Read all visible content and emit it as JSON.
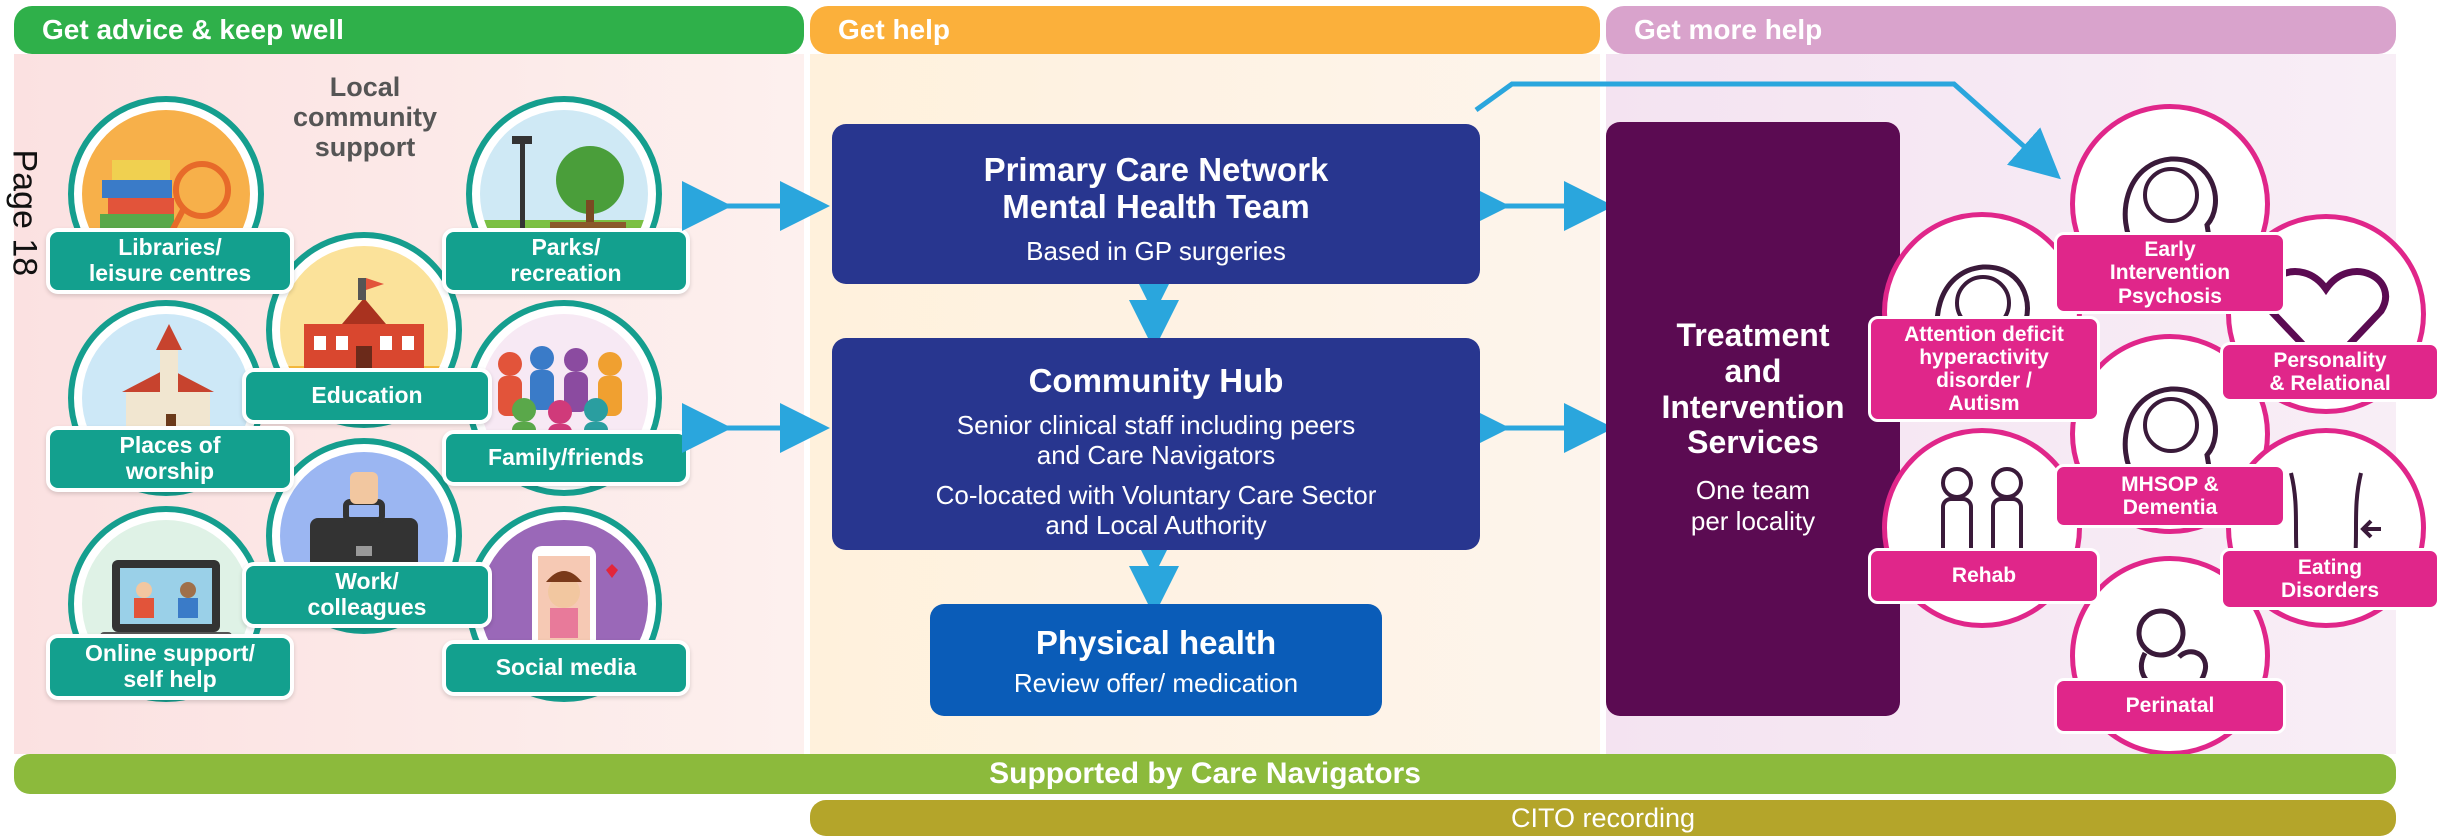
{
  "headers": {
    "advice": "Get advice & keep well",
    "help": "Get help",
    "more_help": "Get more help"
  },
  "side_page_text": "Page 18",
  "local_support_title": "Local\ncommunity\nsupport",
  "community_items": [
    {
      "label": "Libraries/\nleisure centres",
      "icon": "books-icon"
    },
    {
      "label": "Parks/\nrecreation",
      "icon": "park-bench-icon"
    },
    {
      "label": "Education",
      "icon": "school-building-icon"
    },
    {
      "label": "Places of\nworship",
      "icon": "church-icon"
    },
    {
      "label": "Family/friends",
      "icon": "crowd-icon"
    },
    {
      "label": "Work/\ncolleagues",
      "icon": "briefcase-icon"
    },
    {
      "label": "Online support/\nself help",
      "icon": "laptop-video-call-icon"
    },
    {
      "label": "Social media",
      "icon": "phone-selfie-icon"
    }
  ],
  "pcn": {
    "title": "Primary Care Network\nMental Health Team",
    "subtitle": "Based in GP surgeries"
  },
  "hub": {
    "title": "Community Hub",
    "line1": "Senior clinical staff including peers\nand Care Navigators",
    "line2": "Co-located with Voluntary Care Sector\nand Local Authority"
  },
  "physical": {
    "title": "Physical health",
    "subtitle": "Review offer/ medication"
  },
  "treatment": {
    "title": "Treatment\nand\nIntervention\nServices",
    "subtitle": "One team\nper locality"
  },
  "specialist": [
    {
      "label": "Early\nIntervention\nPsychosis",
      "icon": "brain-head-icon"
    },
    {
      "label": "Attention deficit\nhyperactivity\ndisorder /\nAutism",
      "icon": "brain-head-icon"
    },
    {
      "label": "Personality\n& Relational",
      "icon": "heart-icon"
    },
    {
      "label": "MHSOP &\nDementia",
      "icon": "brain-head-icon"
    },
    {
      "label": "Rehab",
      "icon": "two-people-icon"
    },
    {
      "label": "Eating\nDisorders",
      "icon": "torso-icon"
    },
    {
      "label": "Perinatal",
      "icon": "fetus-icon"
    }
  ],
  "bottom": {
    "care_navigators": "Supported by Care Navigators",
    "cito": "CITO recording"
  },
  "colors": {
    "green_header": "#2fb04a",
    "orange_header": "#fbb03b",
    "pink_header": "#d9a3cc",
    "teal": "#13a08e",
    "navy": "#28368f",
    "blue": "#0a5cb8",
    "purple": "#5b0b52",
    "magenta": "#e0268a",
    "olive_bar": "#8cba3c",
    "gold_bar": "#b4a52a",
    "arrow": "#2aa6dd"
  }
}
